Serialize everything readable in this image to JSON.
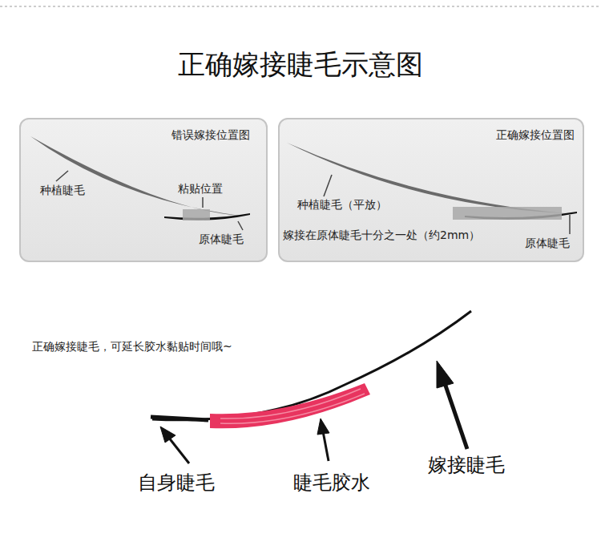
{
  "diagram": {
    "title": "正确嫁接睫毛示意图",
    "nodes": [
      {
        "text": [
          "错误嫁接位置图",
          "种植睫毛",
          "粘贴位置",
          "原体睫毛"
        ]
      },
      {
        "text": [
          "正确嫁接位置图",
          "种植睫毛（平放）",
          "嫁接在原体睫毛十分之一处（约2mm）",
          "原体睫毛"
        ]
      }
    ],
    "labels": [
      "正确嫁接睫毛，可延长胶水黏贴时间哦~",
      "自身睫毛",
      "睫毛胶水",
      "嫁接睫毛"
    ]
  }
}
